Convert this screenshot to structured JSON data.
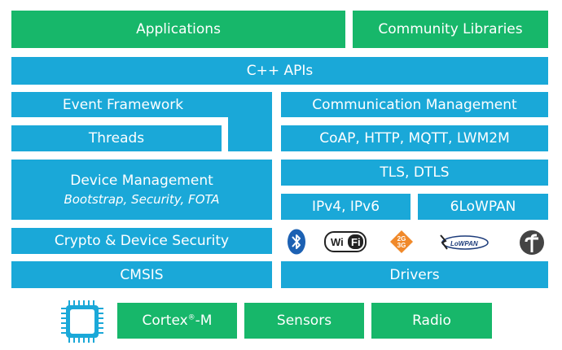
{
  "top": {
    "applications": "Applications",
    "community_libraries": "Community Libraries"
  },
  "apis": "C++ APIs",
  "left": {
    "event_framework": "Event Framework",
    "threads": "Threads",
    "device_management": "Device Management",
    "device_management_sub": "Bootstrap, Security, FOTA",
    "crypto": "Crypto & Device Security",
    "cmsis": "CMSIS"
  },
  "right": {
    "communication_management": "Communication Management",
    "protocols": "CoAP, HTTP, MQTT, LWM2M",
    "tls": "TLS, DTLS",
    "ip": "IPv4, IPv6",
    "lowpan": "6LoWPAN",
    "drivers": "Drivers",
    "connectivity_icons": {
      "wifi_text": "WiFi",
      "cellular_2g": "2G",
      "cellular_3g": "3G",
      "lowpan_logo_text": "LoWPAN"
    }
  },
  "hardware": {
    "cortex_prefix": "Cortex",
    "cortex_reg": "®",
    "cortex_suffix": "-M",
    "sensors": "Sensors",
    "radio": "Radio"
  },
  "colors": {
    "blue": "#1aa8d8",
    "green": "#17b76a"
  }
}
